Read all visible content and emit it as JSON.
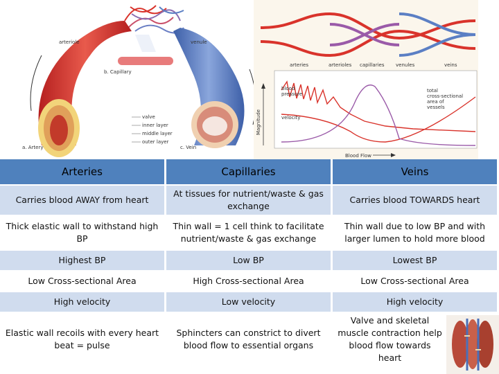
{
  "figure_left": {
    "labels": {
      "arteriole": "arteriole",
      "venule": "venule",
      "capillary": "b. Capillary",
      "valve": "valve",
      "inner": "inner layer",
      "middle": "middle layer",
      "outer": "outer layer",
      "artery": "a. Artery",
      "vein": "c. Vein"
    }
  },
  "figure_right": {
    "labels": {
      "arteries": "arteries",
      "arterioles": "arterioles",
      "capillaries": "capillaries",
      "venules": "venules",
      "veins": "veins",
      "bp1": "blood",
      "bp2": "pressure",
      "velocity": "velocity",
      "tcs1": "total",
      "tcs2": "cross-sectional",
      "tcs3": "area of",
      "tcs4": "vessels",
      "magnitude": "Magnitude",
      "blood_flow": "Blood Flow"
    }
  },
  "table": {
    "headers": [
      "Arteries",
      "Capillaries",
      "Veins"
    ],
    "rows": [
      [
        "Carries blood AWAY from heart",
        "At tissues for  nutrient/waste & gas exchange",
        "Carries blood TOWARDS heart"
      ],
      [
        "Thick elastic wall to withstand high BP",
        "Thin wall = 1 cell think to facilitate nutrient/waste & gas exchange",
        "Thin wall due to low BP and with larger lumen to hold more blood"
      ],
      [
        "Highest BP",
        "Low BP",
        "Lowest BP"
      ],
      [
        "Low Cross-sectional Area",
        "High Cross-sectional Area",
        "Low Cross-sectional Area"
      ],
      [
        "High velocity",
        "Low velocity",
        "High velocity"
      ],
      [
        "Elastic wall recoils with every heart beat = pulse",
        "Sphincters can constrict to divert blood flow to essential organs",
        "Valve and skeletal muscle contraction help blood flow towards heart"
      ]
    ]
  },
  "colors": {
    "header_bg": "#4f81bd",
    "alt_row_bg": "#d0dcee",
    "artery_red": "#d9332b",
    "vein_blue": "#5b7fc4"
  }
}
